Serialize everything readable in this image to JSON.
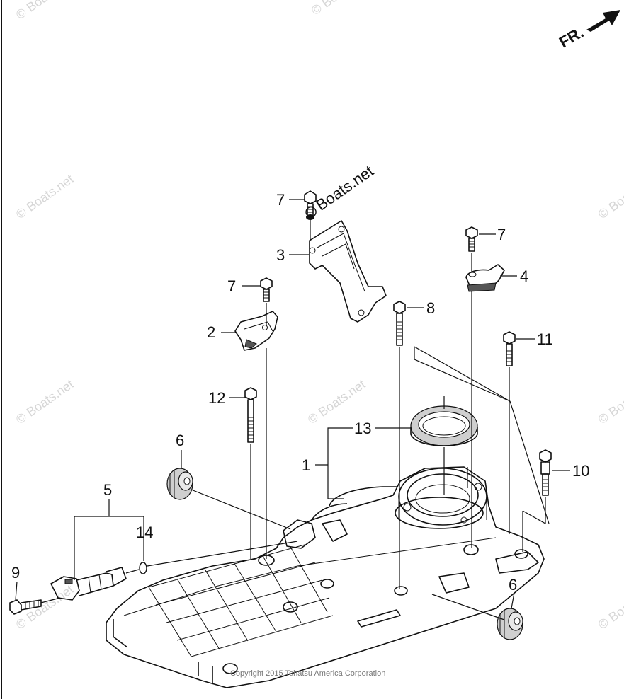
{
  "direction": {
    "label": "FR.",
    "icon": "arrow-front-icon"
  },
  "watermark": {
    "text": "Boats.net",
    "symbol": "©"
  },
  "copyright": "Copyright 2015 Tohatsu America Corporation",
  "callouts": {
    "c1": "1",
    "c2": "2",
    "c3": "3",
    "c4": "4",
    "c5": "5",
    "c6a": "6",
    "c6b": "6",
    "c7a": "7",
    "c7b": "7",
    "c7c": "7",
    "c8": "8",
    "c9": "9",
    "c10": "10",
    "c11": "11",
    "c12": "12",
    "c13": "13",
    "c14": "14"
  }
}
